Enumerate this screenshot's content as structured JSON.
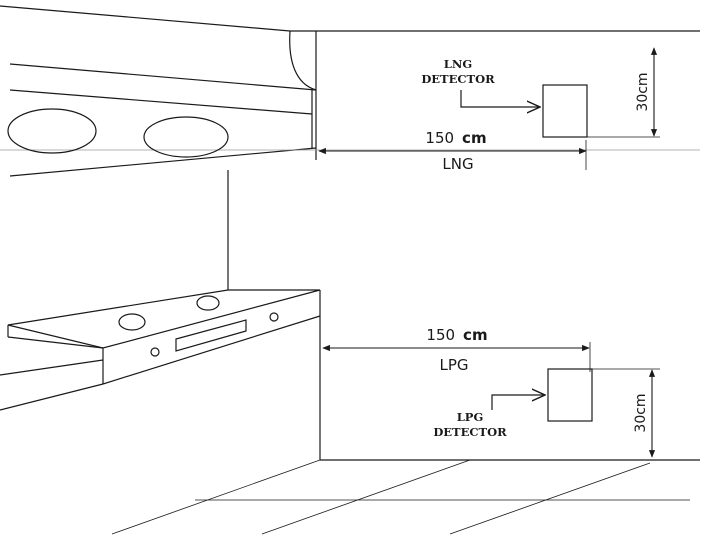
{
  "lng": {
    "detector_line1": "LNG",
    "detector_line2": "DETECTOR",
    "distance_value": "150",
    "distance_unit": "cm",
    "gas_label": "LNG",
    "height_label": "30cm"
  },
  "lpg": {
    "detector_line1": "LPG",
    "detector_line2": "DETECTOR",
    "distance_value": "150",
    "distance_unit": "cm",
    "gas_label": "LPG",
    "height_label": "30cm"
  }
}
